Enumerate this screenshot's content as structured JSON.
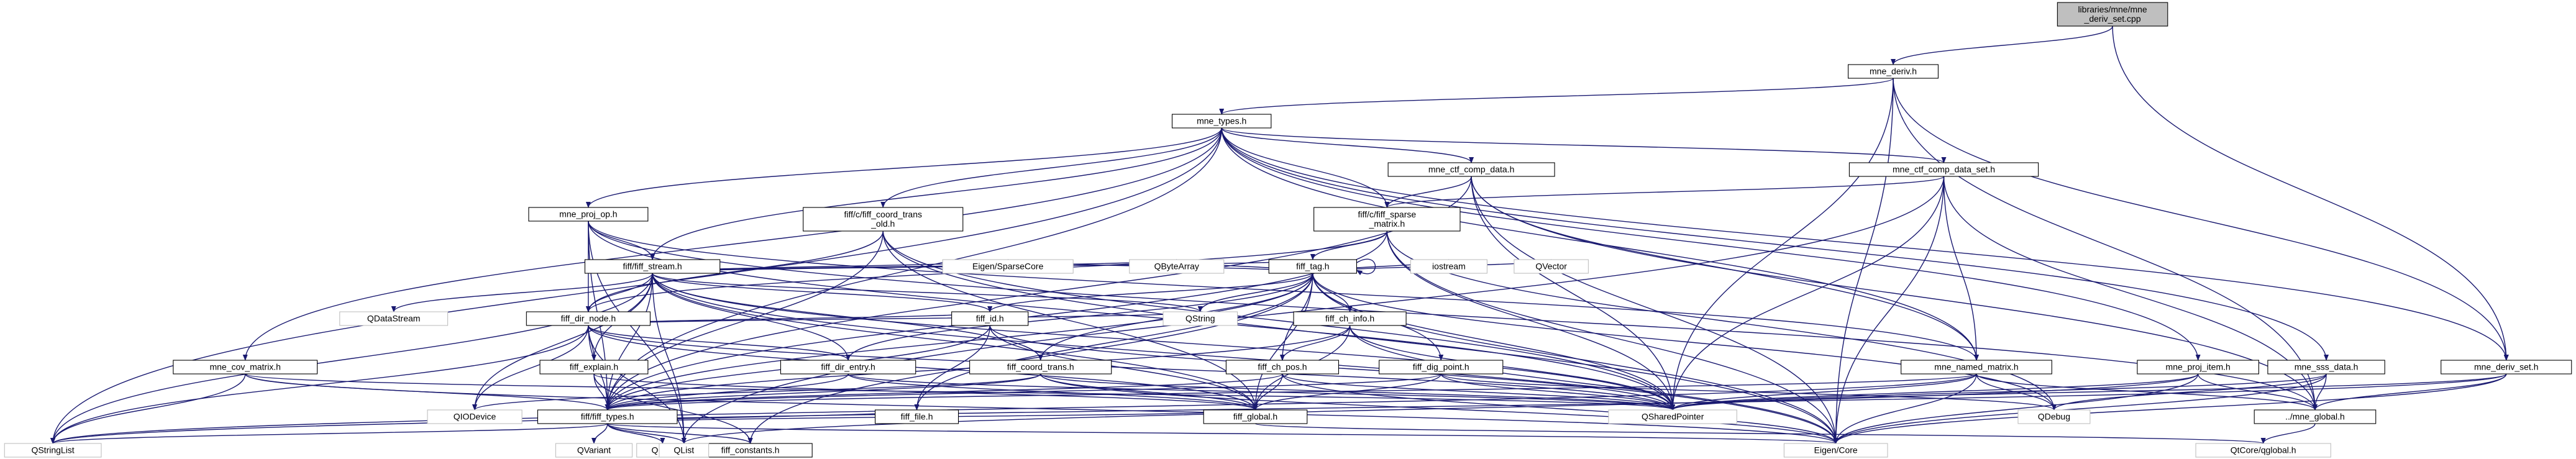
{
  "colors": {
    "edge": "#191970",
    "node_border": "#000000",
    "leaf_border": "#bfbfbf",
    "root_fill": "#bfbfbf",
    "background": "#ffffff"
  },
  "nodes": [
    {
      "id": "root",
      "lines": [
        "libraries/mne/mne",
        "_deriv_set.cpp"
      ]
    },
    {
      "id": "mne_deriv_h",
      "lines": [
        "mne_deriv.h"
      ]
    },
    {
      "id": "mne_types_h",
      "lines": [
        "mne_types.h"
      ]
    },
    {
      "id": "mne_ctf_comp_data_h",
      "lines": [
        "mne_ctf_comp_data.h"
      ]
    },
    {
      "id": "mne_ctf_comp_data_set_h",
      "lines": [
        "mne_ctf_comp_data_set.h"
      ]
    },
    {
      "id": "fiff_c_coord_trans_old",
      "lines": [
        "fiff/c/fiff_coord_trans",
        "_old.h"
      ]
    },
    {
      "id": "fiff_c_sparse_matrix",
      "lines": [
        "fiff/c/fiff_sparse",
        "_matrix.h"
      ]
    },
    {
      "id": "mne_proj_op_h",
      "lines": [
        "mne_proj_op.h"
      ]
    },
    {
      "id": "fiff_stream_h",
      "lines": [
        "fiff/fiff_stream.h"
      ]
    },
    {
      "id": "fiff_tag_h",
      "lines": [
        "fiff_tag.h"
      ]
    },
    {
      "id": "fiff_dir_node_h",
      "lines": [
        "fiff_dir_node.h"
      ]
    },
    {
      "id": "fiff_ch_info_h",
      "lines": [
        "fiff_ch_info.h"
      ]
    },
    {
      "id": "fiff_ch_pos_h",
      "lines": [
        "fiff_ch_pos.h"
      ]
    },
    {
      "id": "fiff_dig_point_h",
      "lines": [
        "fiff_dig_point.h"
      ]
    },
    {
      "id": "fiff_coord_trans_h",
      "lines": [
        "fiff_coord_trans.h"
      ]
    },
    {
      "id": "fiff_dir_entry_h",
      "lines": [
        "fiff_dir_entry.h"
      ]
    },
    {
      "id": "fiff_id_h",
      "lines": [
        "fiff_id.h"
      ]
    },
    {
      "id": "fiff_explain_h",
      "lines": [
        "fiff_explain.h"
      ]
    },
    {
      "id": "mne_cov_matrix_h",
      "lines": [
        "mne_cov_matrix.h"
      ]
    },
    {
      "id": "mne_named_matrix_h",
      "lines": [
        "mne_named_matrix.h"
      ]
    },
    {
      "id": "mne_proj_item_h",
      "lines": [
        "mne_proj_item.h"
      ]
    },
    {
      "id": "mne_sss_data_h",
      "lines": [
        "mne_sss_data.h"
      ]
    },
    {
      "id": "mne_deriv_set_h",
      "lines": [
        "mne_deriv_set.h"
      ]
    },
    {
      "id": "fiff_types_h",
      "lines": [
        "fiff/fiff_types.h"
      ]
    },
    {
      "id": "fiff_global_h",
      "lines": [
        "fiff_global.h"
      ]
    },
    {
      "id": "mne_global_h",
      "lines": [
        "../mne_global.h"
      ]
    },
    {
      "id": "fiff_file_h",
      "lines": [
        "fiff_file.h"
      ]
    },
    {
      "id": "fiff_constants_h",
      "lines": [
        "fiff_constants.h"
      ]
    },
    {
      "id": "QDataStream",
      "lines": [
        "QDataStream"
      ]
    },
    {
      "id": "Eigen_SparseCore",
      "lines": [
        "Eigen/SparseCore"
      ]
    },
    {
      "id": "QByteArray",
      "lines": [
        "QByteArray"
      ]
    },
    {
      "id": "iostream",
      "lines": [
        "iostream"
      ]
    },
    {
      "id": "QVector",
      "lines": [
        "QVector"
      ]
    },
    {
      "id": "QString",
      "lines": [
        "QString"
      ]
    },
    {
      "id": "QIODevice",
      "lines": [
        "QIODevice"
      ]
    },
    {
      "id": "QSharedPointer",
      "lines": [
        "QSharedPointer"
      ]
    },
    {
      "id": "QDebug",
      "lines": [
        "QDebug"
      ]
    },
    {
      "id": "QStringList",
      "lines": [
        "QStringList"
      ]
    },
    {
      "id": "QVariant",
      "lines": [
        "QVariant"
      ]
    },
    {
      "id": "QPair",
      "lines": [
        "QPair"
      ]
    },
    {
      "id": "QList",
      "lines": [
        "QList"
      ]
    },
    {
      "id": "Eigen_Core",
      "lines": [
        "Eigen/Core"
      ]
    },
    {
      "id": "QtCore_qglobal",
      "lines": [
        "QtCore/qglobal.h"
      ]
    }
  ],
  "edges": [
    [
      "root",
      "mne_deriv_h"
    ],
    [
      "root",
      "mne_deriv_set_h"
    ],
    [
      "mne_deriv_h",
      "mne_types_h"
    ],
    [
      "mne_deriv_h",
      "mne_deriv_set_h"
    ],
    [
      "mne_deriv_h",
      "QSharedPointer"
    ],
    [
      "mne_deriv_h",
      "mne_global_h"
    ],
    [
      "mne_deriv_h",
      "Eigen_Core"
    ],
    [
      "mne_types_h",
      "mne_ctf_comp_data_h"
    ],
    [
      "mne_types_h",
      "mne_ctf_comp_data_set_h"
    ],
    [
      "mne_types_h",
      "fiff_c_coord_trans_old"
    ],
    [
      "mne_types_h",
      "fiff_c_sparse_matrix"
    ],
    [
      "mne_types_h",
      "mne_proj_op_h"
    ],
    [
      "mne_types_h",
      "fiff_stream_h"
    ],
    [
      "mne_types_h",
      "mne_cov_matrix_h"
    ],
    [
      "mne_types_h",
      "mne_named_matrix_h"
    ],
    [
      "mne_types_h",
      "mne_proj_item_h"
    ],
    [
      "mne_types_h",
      "mne_sss_data_h"
    ],
    [
      "mne_types_h",
      "mne_deriv_set_h"
    ],
    [
      "mne_types_h",
      "fiff_types_h"
    ],
    [
      "mne_types_h",
      "QStringList"
    ],
    [
      "mne_ctf_comp_data_h",
      "fiff_c_sparse_matrix"
    ],
    [
      "mne_ctf_comp_data_h",
      "mne_named_matrix_h"
    ],
    [
      "mne_ctf_comp_data_h",
      "fiff_types_h"
    ],
    [
      "mne_ctf_comp_data_h",
      "QSharedPointer"
    ],
    [
      "mne_ctf_comp_data_h",
      "mne_global_h"
    ],
    [
      "mne_ctf_comp_data_h",
      "Eigen_Core"
    ],
    [
      "mne_ctf_comp_data_set_h",
      "fiff_c_sparse_matrix"
    ],
    [
      "mne_ctf_comp_data_set_h",
      "mne_named_matrix_h"
    ],
    [
      "mne_ctf_comp_data_set_h",
      "QSharedPointer"
    ],
    [
      "mne_ctf_comp_data_set_h",
      "mne_global_h"
    ],
    [
      "mne_ctf_comp_data_set_h",
      "Eigen_Core"
    ],
    [
      "mne_ctf_comp_data_set_h",
      "QList"
    ],
    [
      "fiff_c_coord_trans_old",
      "fiff_dir_node_h"
    ],
    [
      "fiff_c_coord_trans_old",
      "fiff_types_h"
    ],
    [
      "fiff_c_coord_trans_old",
      "fiff_global_h"
    ],
    [
      "fiff_c_coord_trans_old",
      "QSharedPointer"
    ],
    [
      "fiff_c_coord_trans_old",
      "Eigen_Core"
    ],
    [
      "fiff_c_sparse_matrix",
      "fiff_tag_h"
    ],
    [
      "fiff_c_sparse_matrix",
      "fiff_dir_node_h"
    ],
    [
      "fiff_c_sparse_matrix",
      "fiff_types_h"
    ],
    [
      "fiff_c_sparse_matrix",
      "QSharedPointer"
    ],
    [
      "fiff_c_sparse_matrix",
      "QDebug"
    ],
    [
      "fiff_c_sparse_matrix",
      "Eigen_Core"
    ],
    [
      "mne_proj_op_h",
      "fiff_stream_h"
    ],
    [
      "mne_proj_op_h",
      "fiff_dir_node_h"
    ],
    [
      "mne_proj_op_h",
      "fiff_types_h"
    ],
    [
      "mne_proj_op_h",
      "mne_named_matrix_h"
    ],
    [
      "mne_proj_op_h",
      "QSharedPointer"
    ],
    [
      "mne_proj_op_h",
      "mne_global_h"
    ],
    [
      "mne_proj_op_h",
      "QList"
    ],
    [
      "fiff_stream_h",
      "fiff_tag_h"
    ],
    [
      "fiff_stream_h",
      "fiff_dir_node_h"
    ],
    [
      "fiff_stream_h",
      "fiff_dir_entry_h"
    ],
    [
      "fiff_stream_h",
      "fiff_id_h"
    ],
    [
      "fiff_stream_h",
      "fiff_global_h"
    ],
    [
      "fiff_stream_h",
      "fiff_types_h"
    ],
    [
      "fiff_stream_h",
      "QDataStream"
    ],
    [
      "fiff_stream_h",
      "Eigen_SparseCore"
    ],
    [
      "fiff_stream_h",
      "QByteArray"
    ],
    [
      "fiff_stream_h",
      "QString"
    ],
    [
      "fiff_stream_h",
      "QIODevice"
    ],
    [
      "fiff_stream_h",
      "QSharedPointer"
    ],
    [
      "fiff_stream_h",
      "QStringList"
    ],
    [
      "fiff_stream_h",
      "QList"
    ],
    [
      "fiff_stream_h",
      "Eigen_Core"
    ],
    [
      "fiff_stream_h",
      "fiff_coord_trans_h"
    ],
    [
      "fiff_stream_h",
      "fiff_explain_h"
    ],
    [
      "fiff_tag_h",
      "fiff_tag_h"
    ],
    [
      "fiff_tag_h",
      "fiff_ch_info_h"
    ],
    [
      "fiff_tag_h",
      "fiff_ch_pos_h"
    ],
    [
      "fiff_tag_h",
      "fiff_dig_point_h"
    ],
    [
      "fiff_tag_h",
      "fiff_coord_trans_h"
    ],
    [
      "fiff_tag_h",
      "fiff_dir_entry_h"
    ],
    [
      "fiff_tag_h",
      "fiff_id_h"
    ],
    [
      "fiff_tag_h",
      "fiff_types_h"
    ],
    [
      "fiff_tag_h",
      "fiff_global_h"
    ],
    [
      "fiff_tag_h",
      "fiff_file_h"
    ],
    [
      "fiff_tag_h",
      "Eigen_SparseCore"
    ],
    [
      "fiff_tag_h",
      "QByteArray"
    ],
    [
      "fiff_tag_h",
      "iostream"
    ],
    [
      "fiff_tag_h",
      "QVector"
    ],
    [
      "fiff_tag_h",
      "QString"
    ],
    [
      "fiff_tag_h",
      "QSharedPointer"
    ],
    [
      "fiff_tag_h",
      "QDebug"
    ],
    [
      "fiff_tag_h",
      "Eigen_Core"
    ],
    [
      "fiff_tag_h",
      "fiff_constants_h"
    ],
    [
      "fiff_dir_node_h",
      "fiff_dir_entry_h"
    ],
    [
      "fiff_dir_node_h",
      "fiff_id_h"
    ],
    [
      "fiff_dir_node_h",
      "fiff_explain_h"
    ],
    [
      "fiff_dir_node_h",
      "fiff_types_h"
    ],
    [
      "fiff_dir_node_h",
      "fiff_global_h"
    ],
    [
      "fiff_dir_node_h",
      "QIODevice"
    ],
    [
      "fiff_dir_node_h",
      "QSharedPointer"
    ],
    [
      "fiff_dir_node_h",
      "QStringList"
    ],
    [
      "fiff_dir_node_h",
      "QList"
    ],
    [
      "fiff_dir_node_h",
      "QString"
    ],
    [
      "fiff_ch_info_h",
      "fiff_ch_pos_h"
    ],
    [
      "fiff_ch_info_h",
      "fiff_types_h"
    ],
    [
      "fiff_ch_info_h",
      "fiff_global_h"
    ],
    [
      "fiff_ch_info_h",
      "QSharedPointer"
    ],
    [
      "fiff_ch_info_h",
      "Eigen_Core"
    ],
    [
      "fiff_ch_pos_h",
      "fiff_types_h"
    ],
    [
      "fiff_ch_pos_h",
      "fiff_global_h"
    ],
    [
      "fiff_ch_pos_h",
      "QSharedPointer"
    ],
    [
      "fiff_ch_pos_h",
      "Eigen_Core"
    ],
    [
      "fiff_dig_point_h",
      "fiff_types_h"
    ],
    [
      "fiff_dig_point_h",
      "fiff_global_h"
    ],
    [
      "fiff_dig_point_h",
      "QSharedPointer"
    ],
    [
      "fiff_dig_point_h",
      "QDebug"
    ],
    [
      "fiff_coord_trans_h",
      "fiff_types_h"
    ],
    [
      "fiff_coord_trans_h",
      "fiff_global_h"
    ],
    [
      "fiff_coord_trans_h",
      "QSharedPointer"
    ],
    [
      "fiff_coord_trans_h",
      "QIODevice"
    ],
    [
      "fiff_coord_trans_h",
      "Eigen_Core"
    ],
    [
      "fiff_dir_entry_h",
      "fiff_types_h"
    ],
    [
      "fiff_dir_entry_h",
      "fiff_global_h"
    ],
    [
      "fiff_dir_entry_h",
      "QSharedPointer"
    ],
    [
      "fiff_id_h",
      "fiff_types_h"
    ],
    [
      "fiff_id_h",
      "fiff_global_h"
    ],
    [
      "fiff_id_h",
      "fiff_file_h"
    ],
    [
      "fiff_id_h",
      "QSharedPointer"
    ],
    [
      "fiff_explain_h",
      "fiff_types_h"
    ],
    [
      "fiff_explain_h",
      "fiff_global_h"
    ],
    [
      "fiff_explain_h",
      "fiff_constants_h"
    ],
    [
      "mne_cov_matrix_h",
      "fiff_types_h"
    ],
    [
      "mne_cov_matrix_h",
      "QSharedPointer"
    ],
    [
      "mne_cov_matrix_h",
      "QStringList"
    ],
    [
      "mne_cov_matrix_h",
      "Eigen_Core"
    ],
    [
      "mne_named_matrix_h",
      "fiff_types_h"
    ],
    [
      "mne_named_matrix_h",
      "QSharedPointer"
    ],
    [
      "mne_named_matrix_h",
      "QDebug"
    ],
    [
      "mne_named_matrix_h",
      "mne_global_h"
    ],
    [
      "mne_named_matrix_h",
      "Eigen_Core"
    ],
    [
      "mne_named_matrix_h",
      "QStringList"
    ],
    [
      "mne_proj_item_h",
      "mne_global_h"
    ],
    [
      "mne_proj_item_h",
      "QSharedPointer"
    ],
    [
      "mne_proj_item_h",
      "Eigen_Core"
    ],
    [
      "mne_proj_item_h",
      "QList"
    ],
    [
      "mne_sss_data_h",
      "mne_global_h"
    ],
    [
      "mne_sss_data_h",
      "QSharedPointer"
    ],
    [
      "mne_sss_data_h",
      "Eigen_Core"
    ],
    [
      "mne_sss_data_h",
      "QDebug"
    ],
    [
      "mne_deriv_set_h",
      "mne_global_h"
    ],
    [
      "mne_deriv_set_h",
      "QSharedPointer"
    ],
    [
      "mne_deriv_set_h",
      "QStringList"
    ],
    [
      "mne_deriv_set_h",
      "Eigen_Core"
    ],
    [
      "fiff_types_h",
      "fiff_global_h"
    ],
    [
      "fiff_types_h",
      "fiff_file_h"
    ],
    [
      "fiff_types_h",
      "fiff_constants_h"
    ],
    [
      "fiff_types_h",
      "QVariant"
    ],
    [
      "fiff_types_h",
      "QPair"
    ],
    [
      "fiff_types_h",
      "QList"
    ],
    [
      "fiff_types_h",
      "QStringList"
    ],
    [
      "fiff_types_h",
      "Eigen_Core"
    ],
    [
      "fiff_global_h",
      "QtCore_qglobal"
    ],
    [
      "mne_global_h",
      "QtCore_qglobal"
    ]
  ]
}
